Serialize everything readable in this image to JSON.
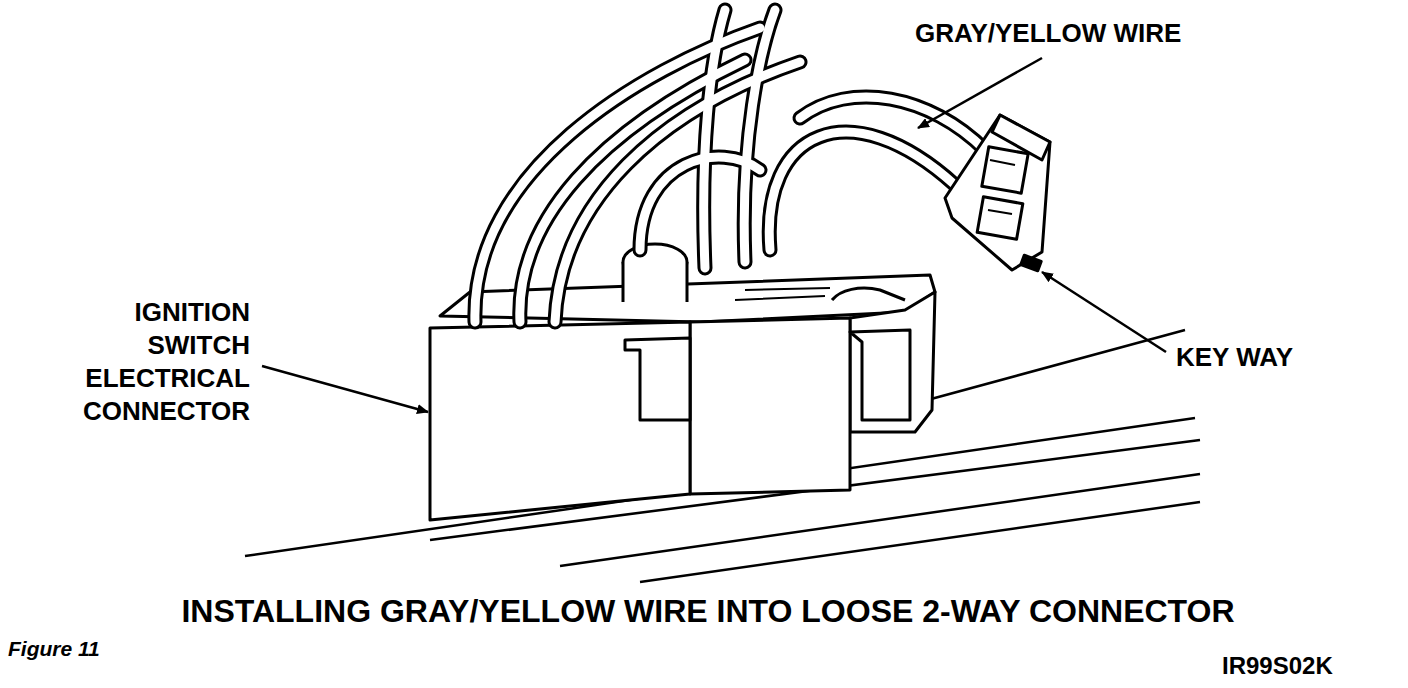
{
  "diagram": {
    "caption": "INSTALLING GRAY/YELLOW WIRE INTO LOOSE 2-WAY CONNECTOR",
    "labels": [
      "GRAY/YELLOW WIRE",
      "IGNITION SWITCH ELECTRICAL CONNECTOR",
      "KEY WAY",
      "Figure 11",
      "IR99S02K"
    ]
  }
}
